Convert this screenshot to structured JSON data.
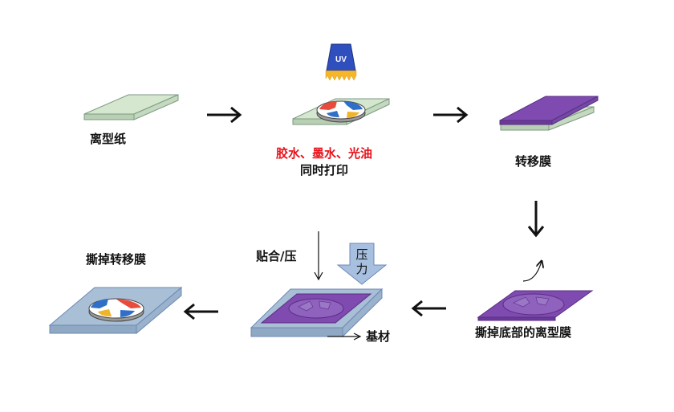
{
  "steps": {
    "release_paper": "离型纸",
    "print_line1": "胶水、墨水、光油",
    "print_line2": "同时打印",
    "transfer_film": "转移膜",
    "peel_bottom": "撕掉底部的离型膜",
    "laminate_press": "贴合/压",
    "substrate": "基材",
    "peel_transfer": "撕掉转移膜"
  },
  "uv_lamp": {
    "label": "UV",
    "icon": "uv-lamp-icon"
  },
  "pressure_arrow": {
    "line1": "压",
    "line2": "力"
  },
  "colors": {
    "paper_green": "#d5e8cf",
    "film_purple": "#7f4bb0",
    "substrate_blue": "#a9bfd6",
    "uv_blue": "#2f4fbf",
    "uv_rays": "#f6b62a",
    "highlight_red": "#e8121b",
    "pressure_arrow": "#a8c0e0"
  }
}
